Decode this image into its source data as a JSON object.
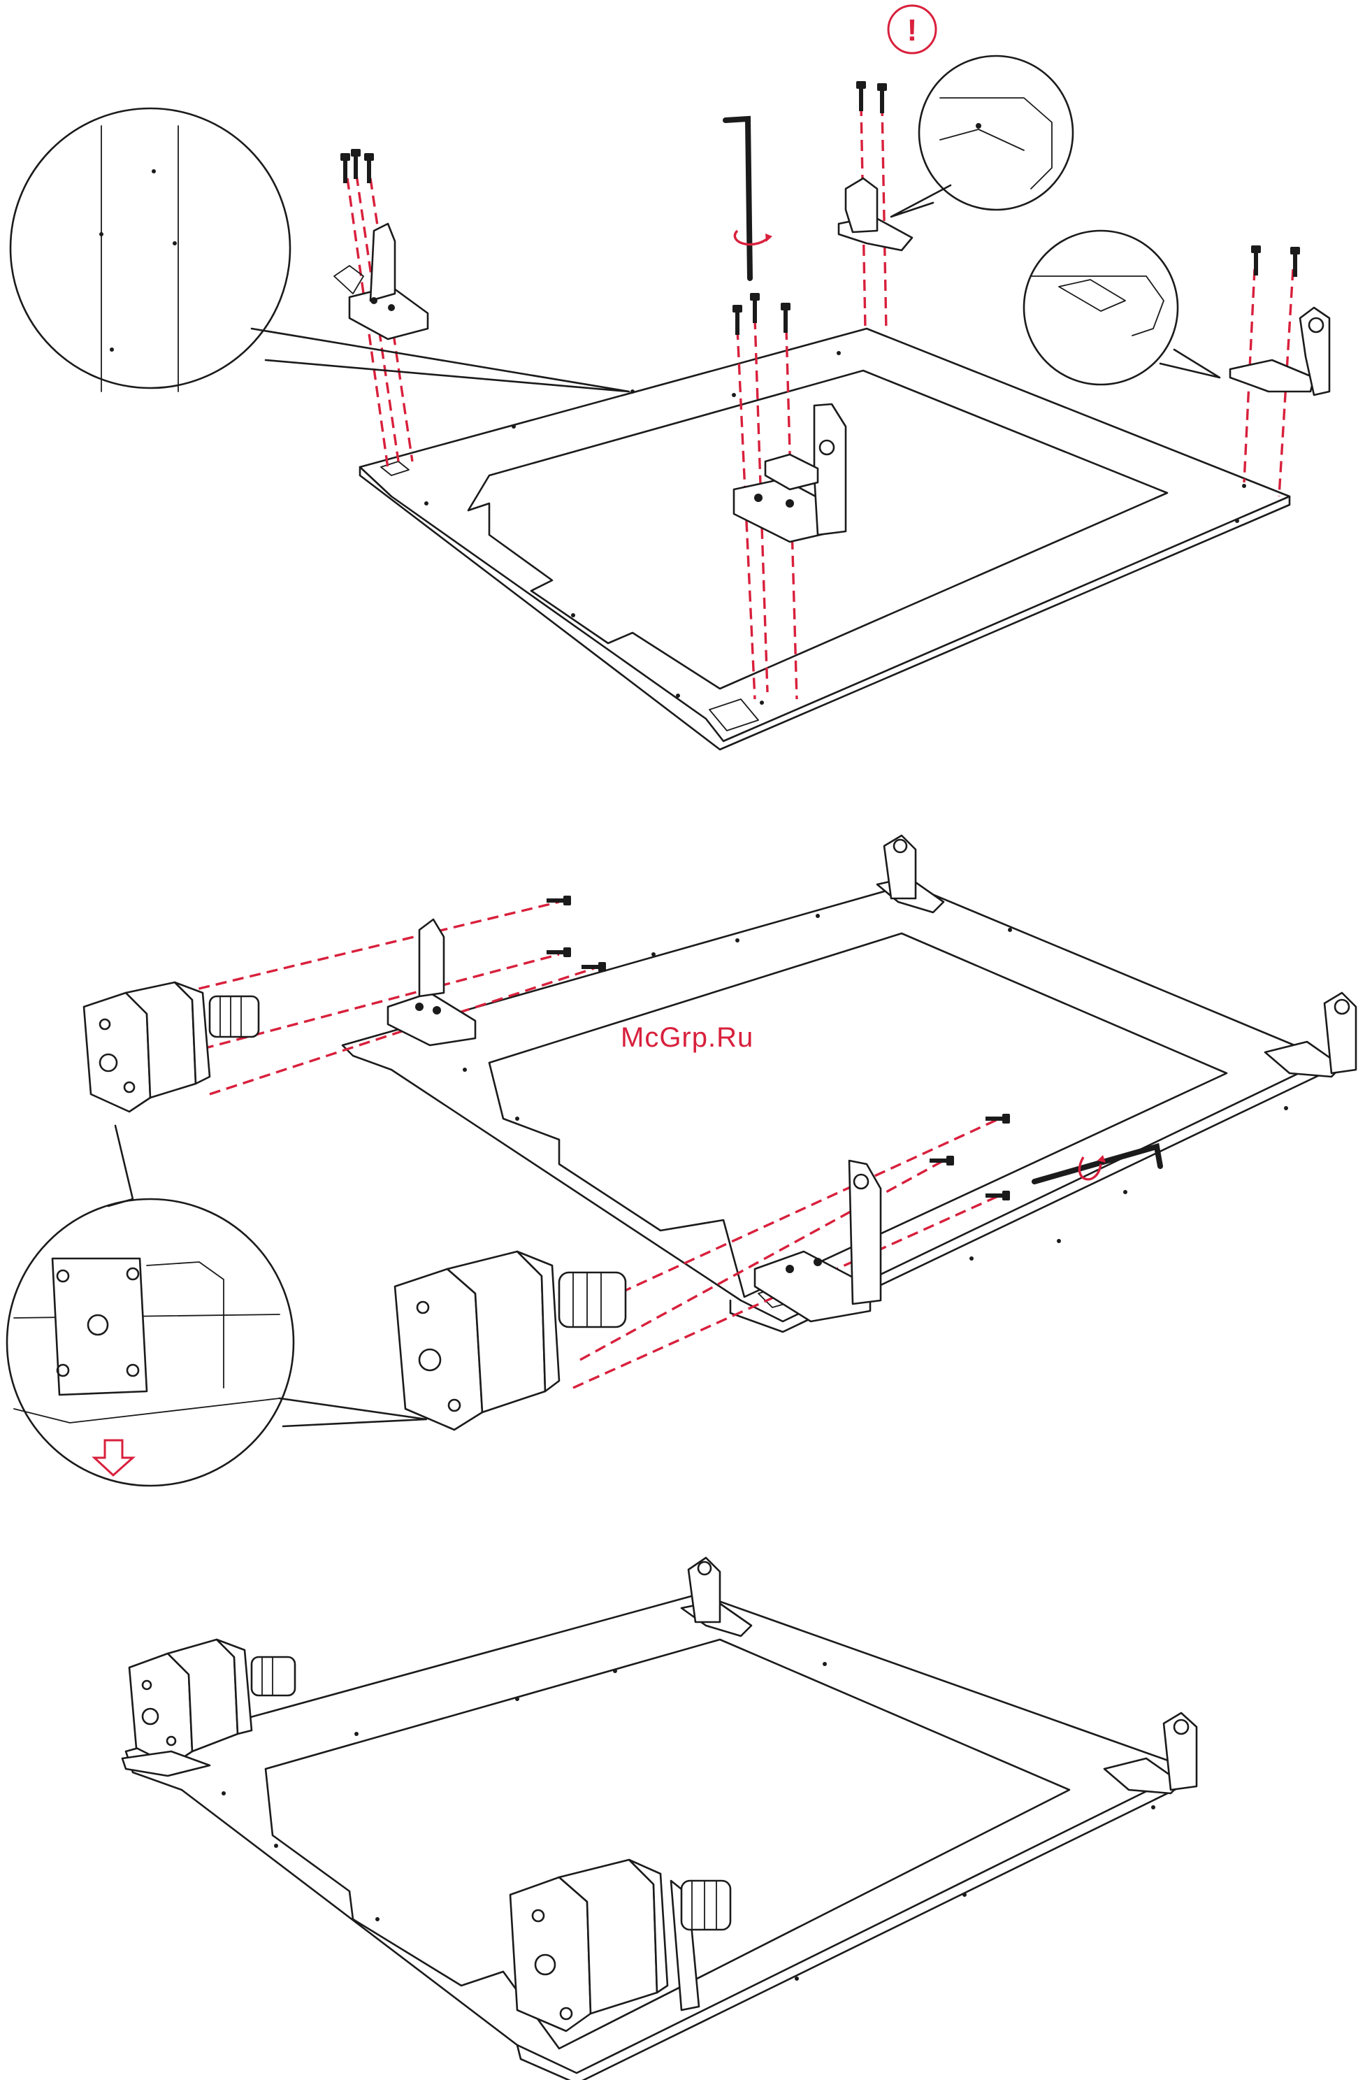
{
  "watermark": {
    "text": "McGrp.Ru",
    "color": "#d8203c"
  },
  "callout": {
    "symbol": "!",
    "color": "#d8203c"
  },
  "colors": {
    "line": "#1b1b1b",
    "accent": "#d8203c",
    "background": "#ffffff"
  },
  "steps": [
    {
      "name": "step-1-mount-brackets",
      "parts": [
        "frame-plate",
        "left-motor-bracket",
        "right-motor-bracket",
        "rear-bracket-left",
        "rear-bracket-right",
        "hex-key",
        "bolts"
      ]
    },
    {
      "name": "step-2-attach-motors",
      "parts": [
        "stepper-motor-left",
        "stepper-motor-right",
        "shaft-couplers",
        "hex-key",
        "bolts"
      ]
    },
    {
      "name": "step-3-assembled",
      "parts": [
        "frame-plate",
        "stepper-motor-left",
        "stepper-motor-right",
        "rear-brackets"
      ]
    }
  ],
  "icons": [
    "hex-key-icon",
    "rotate-arrow-icon",
    "bolt-icon",
    "stepper-motor-icon",
    "warning-icon",
    "down-arrow-icon"
  ]
}
